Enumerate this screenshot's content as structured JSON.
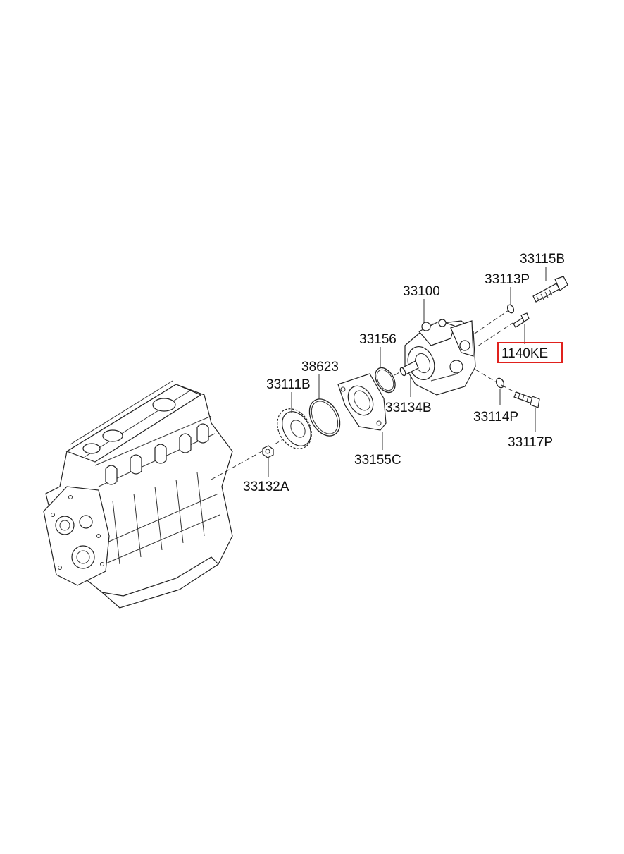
{
  "diagram": {
    "highlight_color": "#e0211d",
    "labels": {
      "p33115B": "33115B",
      "p33113P": "33113P",
      "p33100": "33100",
      "p33156": "33156",
      "p1140KE": "1140KE",
      "p38623": "38623",
      "p33111B": "33111B",
      "p33134B": "33134B",
      "p33114P": "33114P",
      "p33117P": "33117P",
      "p33155C": "33155C",
      "p33132A": "33132A"
    }
  }
}
